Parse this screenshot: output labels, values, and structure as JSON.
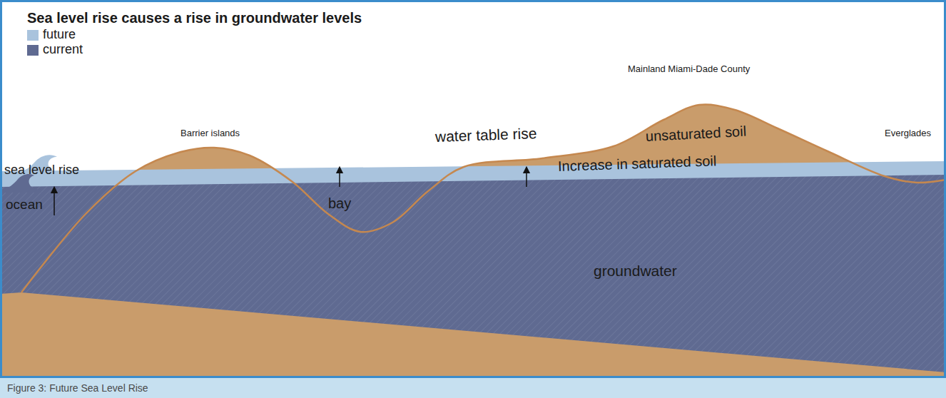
{
  "diagram": {
    "title": "Sea level rise causes a rise in groundwater levels",
    "caption": "Figure 3: Future Sea Level Rise",
    "labels": [
      "Mainland Miami-Dade County",
      "Barrier islands",
      "Everglades",
      "water table rise",
      "unsaturated soil",
      "sea level rise",
      "Increase in saturated soil",
      "bay",
      "ocean",
      "groundwater"
    ],
    "legend": [
      {
        "text": "future",
        "color": "#a9c3dd"
      },
      {
        "text": "current",
        "color": "#5f6a91"
      }
    ]
  }
}
